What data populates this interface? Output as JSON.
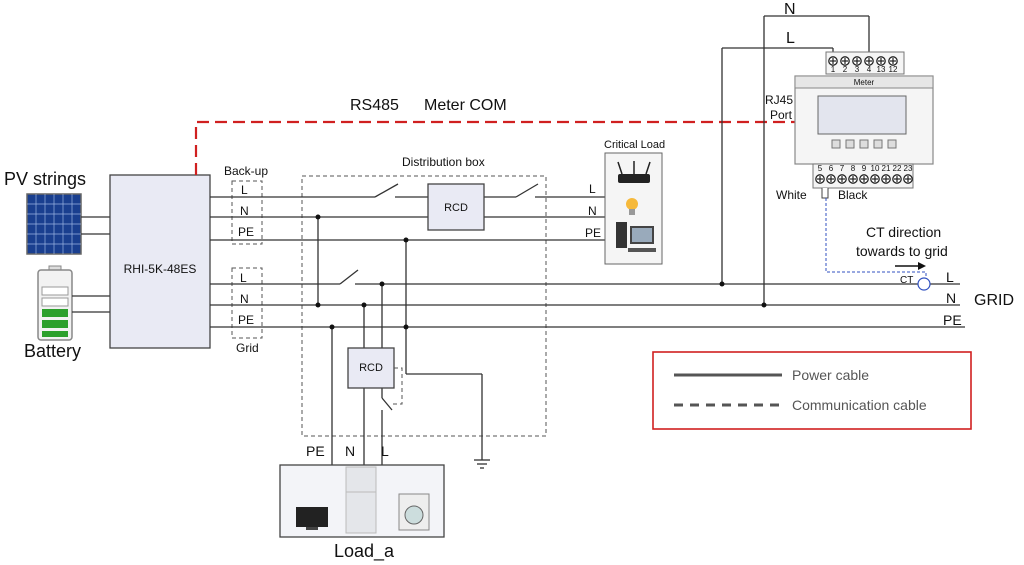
{
  "labels": {
    "pv_strings": "PV strings",
    "battery": "Battery",
    "inverter": "RHI-5K-48ES",
    "backup": "Back-up",
    "grid_port": "Grid",
    "distribution_box": "Distribution box",
    "critical_load": "Critical Load",
    "rs485": "RS485",
    "meter_com": "Meter COM",
    "rj45": "RJ45",
    "port": "Port",
    "meter": "Meter",
    "white": "White",
    "black": "Black",
    "ct": "CT",
    "ct_dir_1": "CT direction",
    "ct_dir_2": "towards to grid",
    "grid": "GRID",
    "load_a": "Load_a",
    "rcd": "RCD",
    "L": "L",
    "N": "N",
    "PE": "PE"
  },
  "meter_top_terminals": [
    "1",
    "2",
    "3",
    "4",
    "13",
    "12"
  ],
  "meter_bottom_terminals": [
    "5",
    "6",
    "7",
    "8",
    "9",
    "10",
    "21",
    "22",
    "23"
  ],
  "legend": {
    "power_cable": "Power cable",
    "communication_cable": "Communication cable"
  },
  "colors": {
    "rs485_line": "#d02020",
    "legend_border": "#d02020",
    "ct_wire": "#3050c0",
    "panel_blue": "#1a3f8f",
    "battery_green": "#2ca02c"
  }
}
